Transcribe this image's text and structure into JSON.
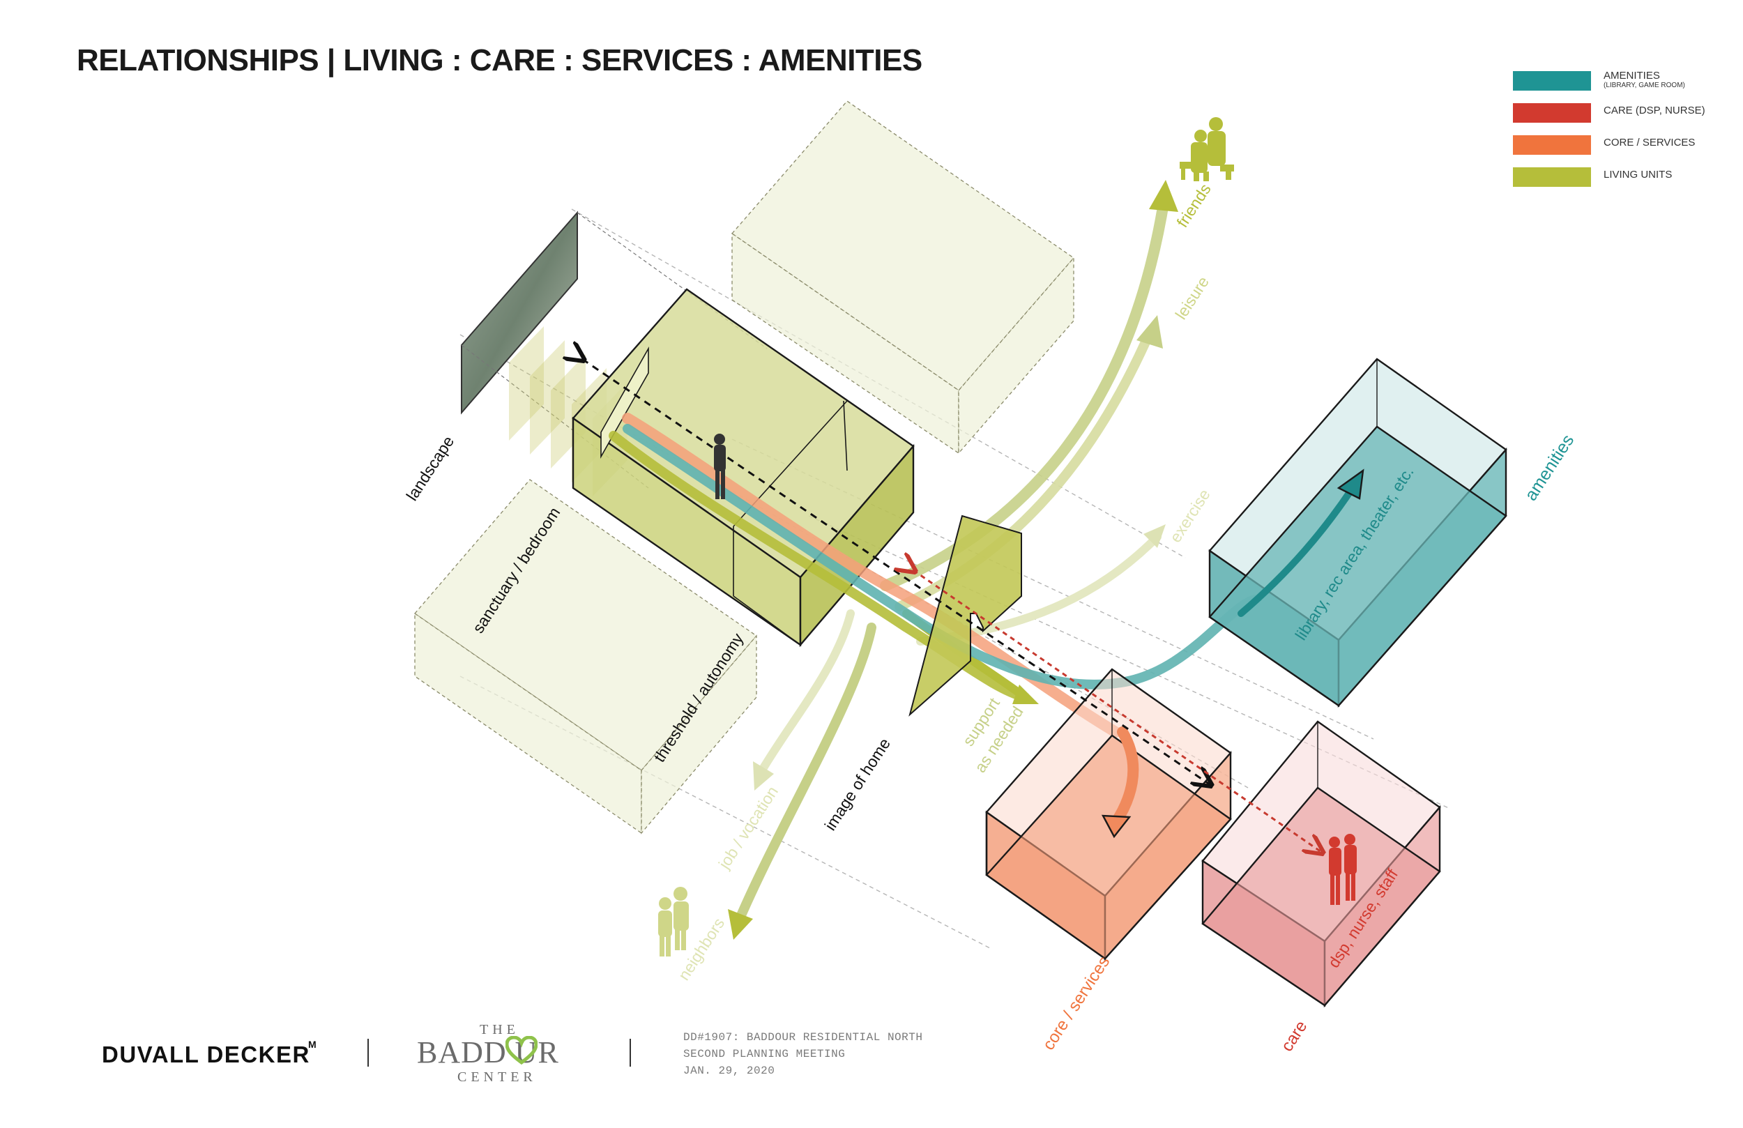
{
  "title": "RELATIONSHIPS | LIVING : CARE : SERVICES : AMENITIES",
  "colors": {
    "amenities": "#1f9494",
    "care": "#d23a2f",
    "core_services": "#f0743d",
    "living_units": "#b5be3a"
  },
  "legend": [
    {
      "label": "AMENITIES",
      "sub": "(LIBRARY, GAME ROOM)",
      "color": "#1f9494"
    },
    {
      "label": "CARE (DSP, NURSE)",
      "sub": "",
      "color": "#d23a2f"
    },
    {
      "label": "CORE / SERVICES",
      "sub": "",
      "color": "#f0743d"
    },
    {
      "label": "LIVING UNITS",
      "sub": "",
      "color": "#b5be3a"
    }
  ],
  "labels": {
    "landscape": "landscape",
    "sanctuary": "sanctuary / bedroom",
    "threshold": "threshold / autonomy",
    "image_of_home": "image of home",
    "job": "job / vocation",
    "neighbors": "neighbors",
    "friends": "friends",
    "leisure": "leisure",
    "exercise": "exercise",
    "support_1": "support",
    "support_2": "as needed",
    "amenities": "amenities",
    "amenities_detail": "library, rec area, theater, etc.",
    "core": "core / services",
    "care": "care",
    "care_detail": "dsp, nurse, staff"
  },
  "footer": {
    "firm": "DUVALL DECKER",
    "firm_mark": "M",
    "org_the": "THE",
    "org_name": "BADD  UR",
    "org_center": "CENTER",
    "project_lines": [
      "DD#1907: BADDOUR RESIDENTIAL NORTH",
      "SECOND PLANNING MEETING",
      "JAN. 29, 2020"
    ]
  }
}
